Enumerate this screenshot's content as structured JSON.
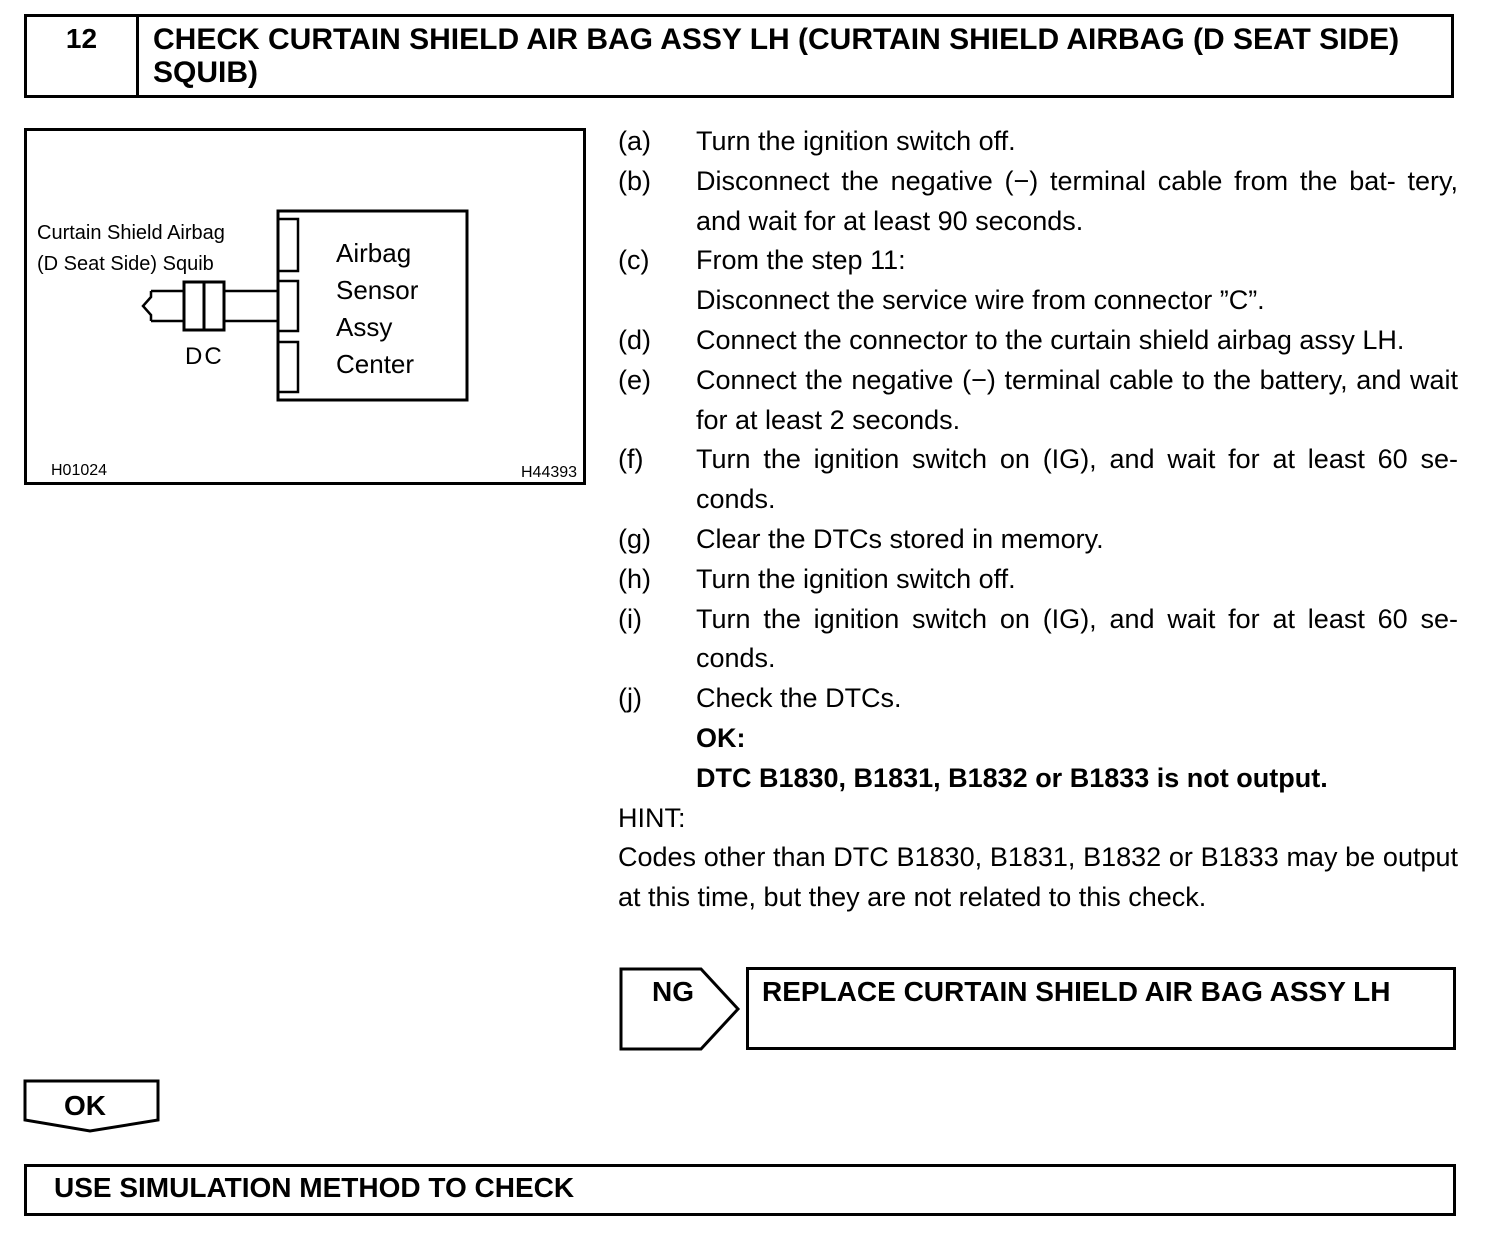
{
  "header": {
    "step_number": "12",
    "title": "CHECK CURTAIN SHIELD AIR BAG ASSY LH (CURTAIN SHIELD AIRBAG (D SEAT SIDE) SQUIB)"
  },
  "diagram": {
    "squib_label_line1": "Curtain Shield Airbag",
    "squib_label_line2": "(D Seat Side) Squib",
    "connector_label": "DC",
    "ecu_line1": "Airbag",
    "ecu_line2": "Sensor",
    "ecu_line3": "Assy",
    "ecu_line4": "Center",
    "code_left": "H01024",
    "code_right": "H44393"
  },
  "steps": [
    {
      "label": "(a)",
      "text": "Turn the ignition switch off."
    },
    {
      "label": "(b)",
      "text": "Disconnect the negative (−) terminal cable from the bat- tery, and wait for at least 90 seconds."
    },
    {
      "label": "(c)",
      "text": "From the step 11:",
      "text2": "Disconnect the service wire from connector ”C”."
    },
    {
      "label": "(d)",
      "text": "Connect the connector to the curtain shield airbag assy LH."
    },
    {
      "label": "(e)",
      "text": "Connect the negative (−) terminal cable to the battery, and wait for at least 2 seconds."
    },
    {
      "label": "(f)",
      "text": "Turn the ignition switch on (IG), and wait for at least 60 se- conds."
    },
    {
      "label": "(g)",
      "text": "Clear the DTCs stored in memory."
    },
    {
      "label": "(h)",
      "text": "Turn the ignition switch off."
    },
    {
      "label": "(i)",
      "text": "Turn the ignition switch on (IG), and wait for at least 60 se- conds."
    },
    {
      "label": "(j)",
      "text": "Check the DTCs."
    }
  ],
  "ok_result": {
    "heading": "OK:",
    "text": "DTC B1830, B1831, B1832 or B1833 is not output."
  },
  "hint": {
    "heading": "HINT:",
    "text": "Codes other than DTC B1830, B1831, B1832 or B1833 may be output at this time, but they are not related to this check."
  },
  "ng": {
    "label": "NG",
    "action": "REPLACE CURTAIN SHIELD AIR BAG ASSY LH"
  },
  "ok": {
    "label": "OK",
    "action": "USE SIMULATION METHOD TO CHECK"
  }
}
